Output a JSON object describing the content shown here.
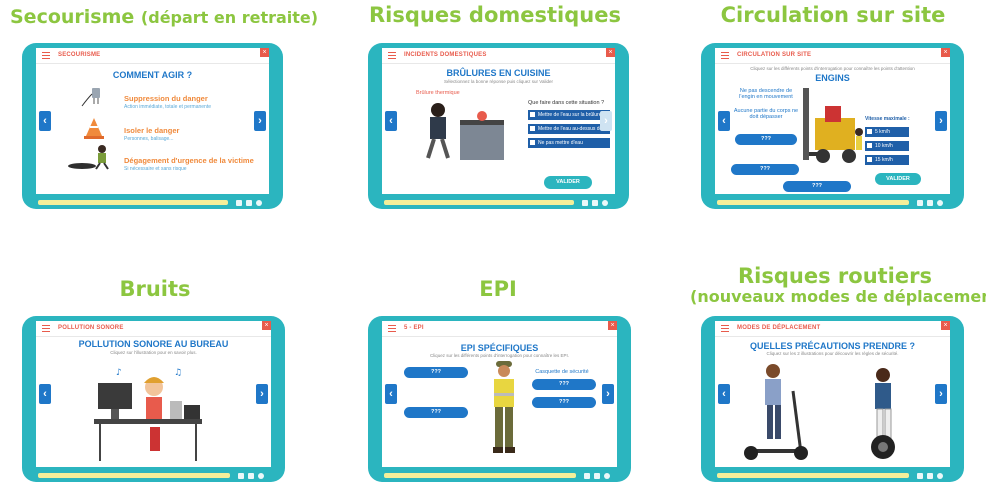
{
  "panels": [
    {
      "heading": "Secourisme",
      "heading_sub": "(départ en retraite)",
      "label": "SECOURISME",
      "title": "COMMENT AGIR ?",
      "steps": [
        {
          "title": "Suppression du danger",
          "desc": "Action immédiate, totale et permanente"
        },
        {
          "title": "Isoler le danger",
          "desc": "Personnes, balisage..."
        },
        {
          "title": "Dégagement d'urgence de la victime",
          "desc": "Si nécessaire et sans risque"
        }
      ]
    },
    {
      "heading": "Risques domestiques",
      "label": "INCIDENTS DOMESTIQUES",
      "title": "BRÛLURES EN CUISINE",
      "hint": "Sélectionnez la bonne réponse puis cliquez sur Valider",
      "scene_label": "Brûlure thermique",
      "question": "Que faire dans cette situation ?",
      "options": [
        "Mettre de l'eau sur la brûlure",
        "Mettre de l'eau au-dessus de la brûlure",
        "Ne pas mettre d'eau"
      ],
      "validate": "VALIDER"
    },
    {
      "heading": "Circulation sur site",
      "label": "CIRCULATION SUR SITE",
      "title": "ENGINS",
      "hint": "Cliquez sur les différents points d'interrogation pour connaître les points d'attention",
      "note1": "Ne pas descendre de l'engin en mouvement",
      "note2": "Aucune partie du corps ne doit dépasser",
      "qmarks": [
        "???",
        "???",
        "???"
      ],
      "speed_label": "Vitesse maximale :",
      "speeds": [
        "5 km/h",
        "10 km/h",
        "15 km/h"
      ],
      "validate": "VALIDER"
    },
    {
      "heading": "Bruits",
      "label": "POLLUTION SONORE",
      "title": "POLLUTION SONORE AU BUREAU",
      "hint": "Cliquez sur l'illustration pour en savoir plus."
    },
    {
      "heading": "EPI",
      "label": "5 - EPI",
      "title": "EPI SPÉCIFIQUES",
      "hint": "Cliquez sur les différents points d'interrogation pour connaître les EPI.",
      "right_label": "Casquette de sécurité",
      "qmarks": [
        "???",
        "???",
        "???",
        "???"
      ]
    },
    {
      "heading": "Risques routiers",
      "heading_sub": "(nouveaux modes de déplacement)",
      "label": "MODES DE DÉPLACEMENT",
      "title": "QUELLES PRÉCAUTIONS PRENDRE ?",
      "hint": "Cliquez sur les 2 illustrations pour découvrir les règles de sécurité."
    }
  ],
  "ui": {
    "prev": "‹",
    "next": "›",
    "close": "×"
  },
  "colors": {
    "heading": "#8cc640",
    "frame": "#2bb5bf",
    "accent": "#e85b4c",
    "primary": "#1f77c8",
    "orange": "#f08a3c"
  }
}
